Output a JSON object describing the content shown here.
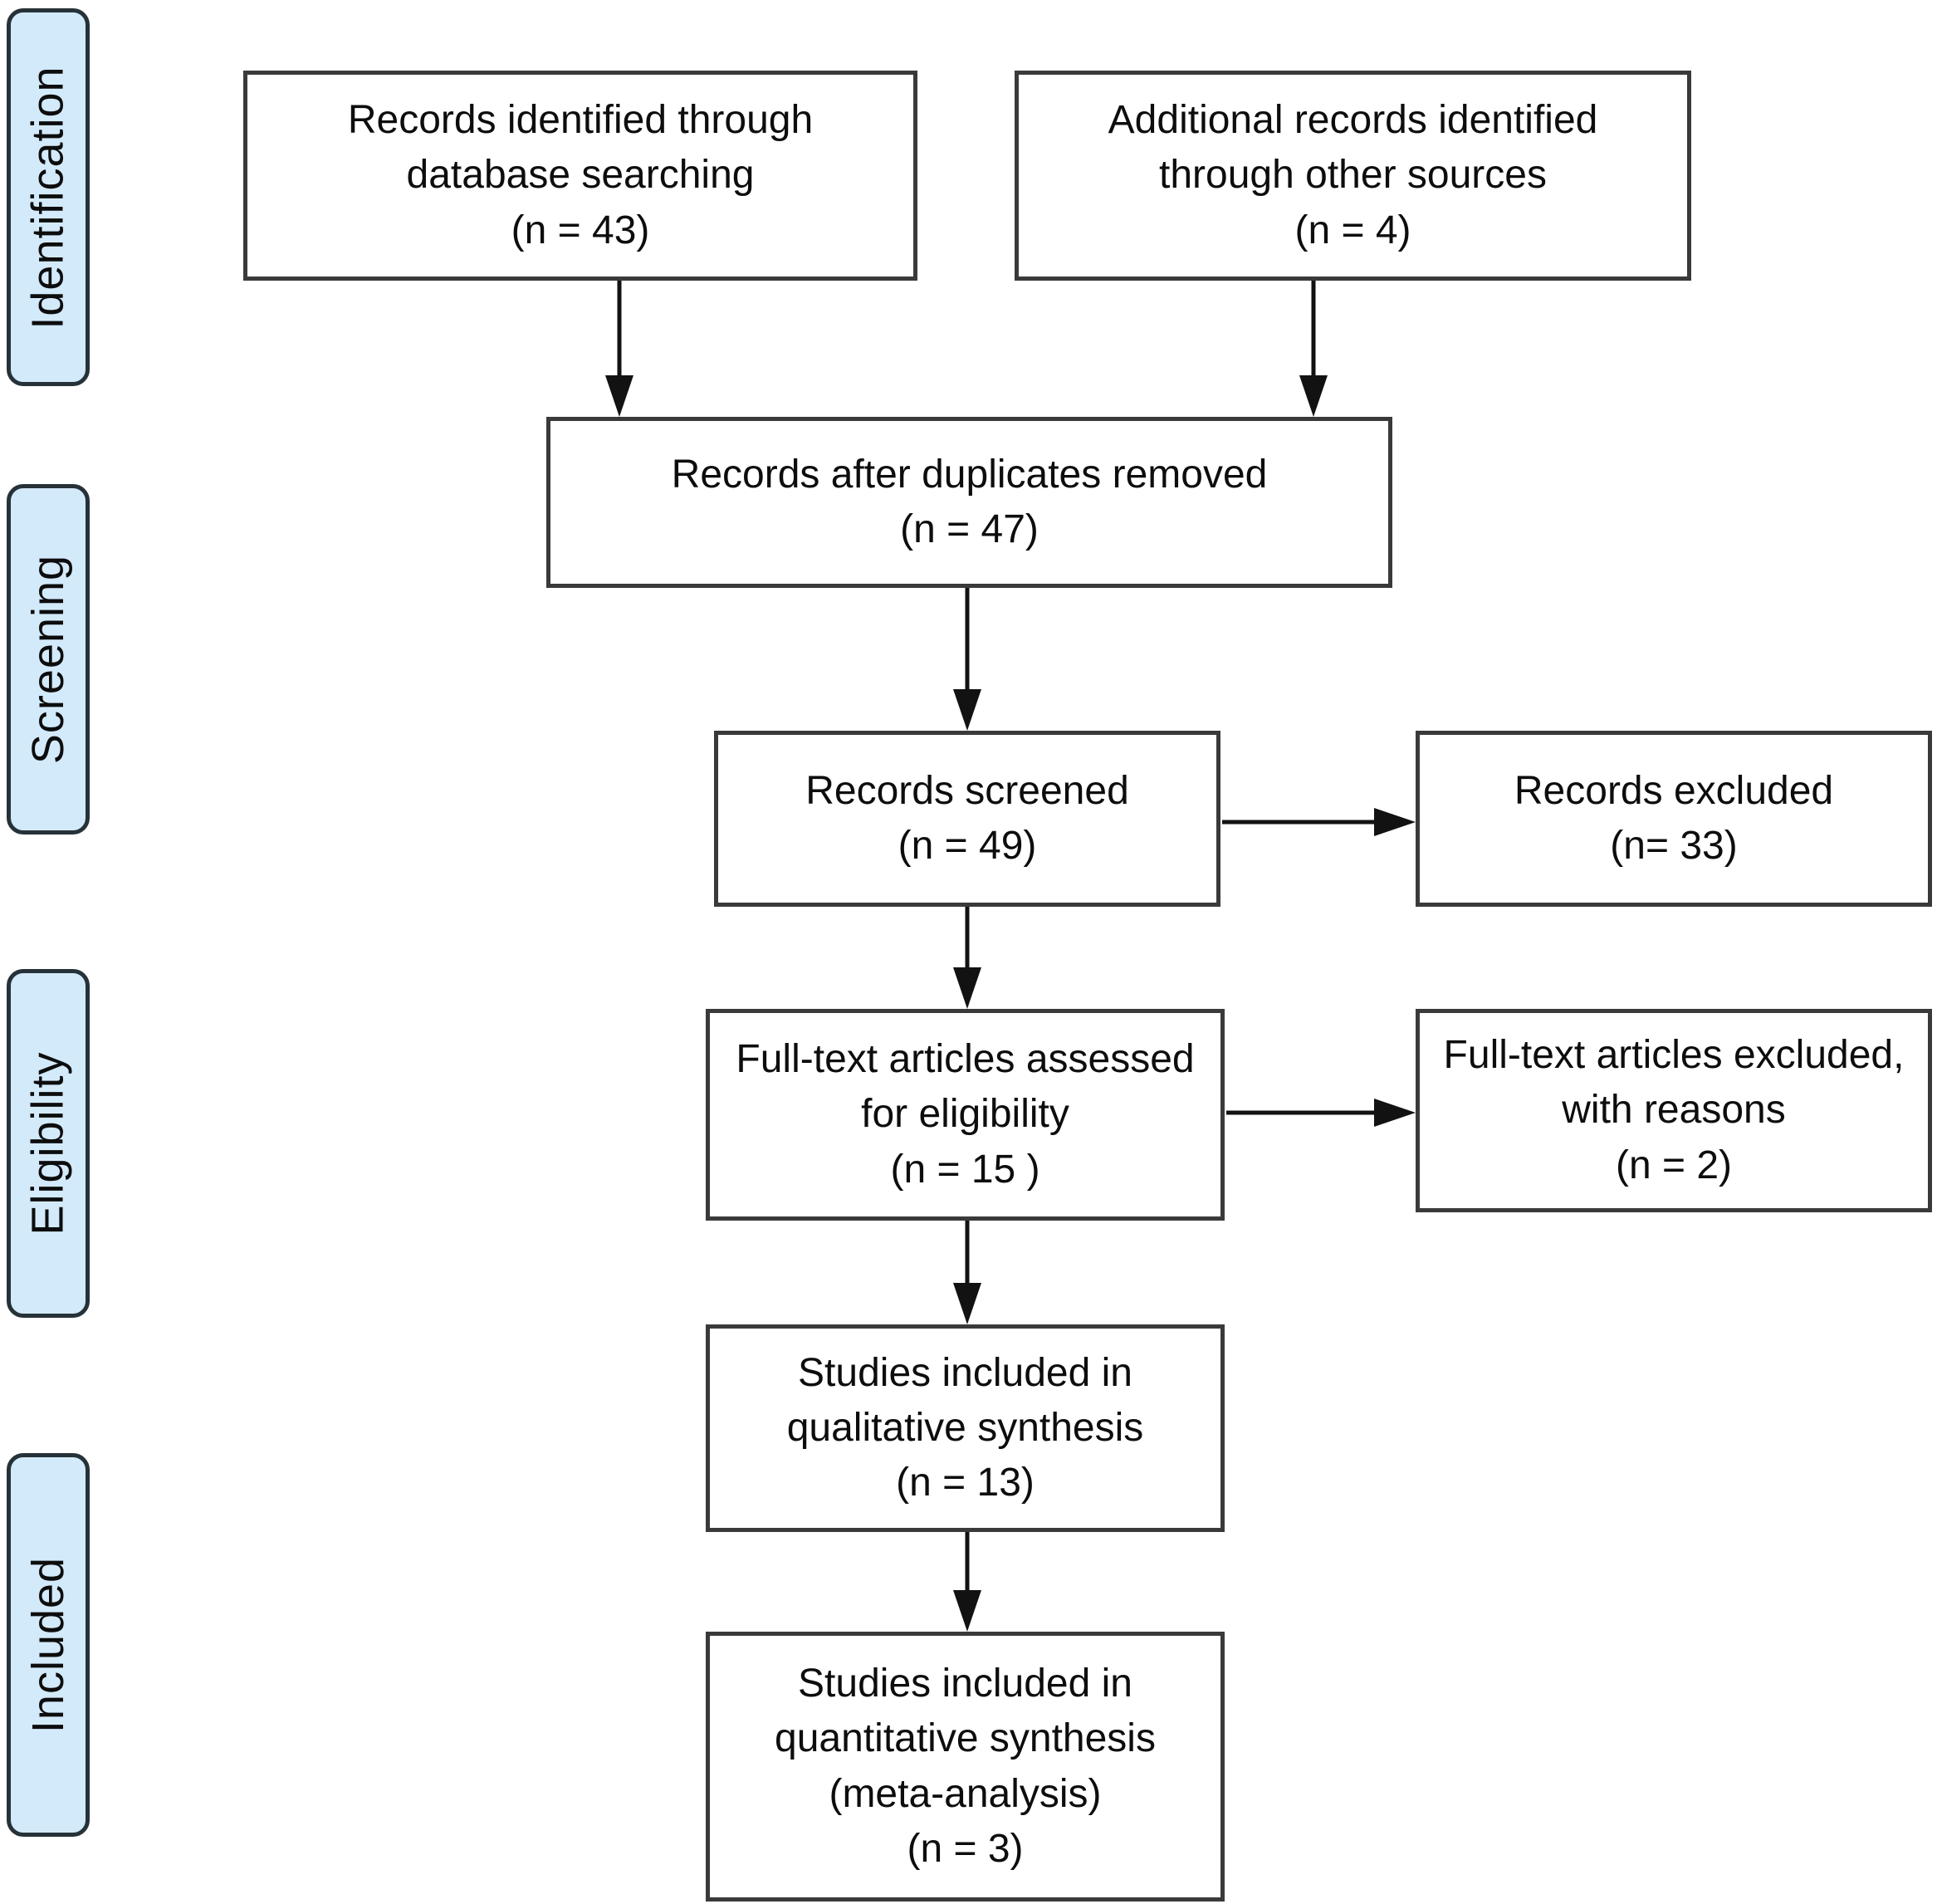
{
  "colors": {
    "stage_fill": "#d3eafb",
    "stage_border": "#263238",
    "box_border": "#3a3a3a",
    "arrow": "#121212",
    "text": "#0d0d0d",
    "background": "#ffffff"
  },
  "stages": [
    {
      "label": "Identification"
    },
    {
      "label": "Screening"
    },
    {
      "label": "Eligibility"
    },
    {
      "label": "Included"
    }
  ],
  "flow_boxes": [
    {
      "name": "records-identified",
      "text": "Records identified through\ndatabase searching\n(n = 43)"
    },
    {
      "name": "additional-records",
      "text": "Additional records identified\nthrough other sources\n(n = 4)"
    },
    {
      "name": "duplicates-removed",
      "text": "Records after duplicates removed\n(n = 47)"
    },
    {
      "name": "records-screened",
      "text": "Records screened\n(n = 49)"
    },
    {
      "name": "records-excluded",
      "text": "Records excluded\n(n= 33)"
    },
    {
      "name": "fulltext-assessed",
      "text": "Full-text articles assessed\nfor eligibility\n(n = 15 )"
    },
    {
      "name": "fulltext-excluded",
      "text": "Full-text articles excluded,\nwith reasons\n(n = 2)"
    },
    {
      "name": "qualitative-synthesis",
      "text": "Studies included in\nqualitative synthesis\n(n = 13)"
    },
    {
      "name": "quantitative-synthesis",
      "text": "Studies included in\nquantitative synthesis\n(meta-analysis)\n(n = 3)"
    }
  ]
}
